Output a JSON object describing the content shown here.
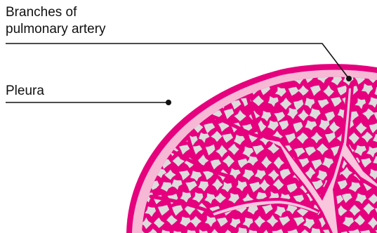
{
  "labels": {
    "artery_line1": "Branches of",
    "artery_line2": "pulmonary artery",
    "pleura": "Pleura"
  },
  "colors": {
    "tissue": "#e6007e",
    "pleura_band": "#f7b8d6",
    "vessel": "#f9c6de",
    "alveolus": "#dcdcdc",
    "leader": "#111111"
  }
}
